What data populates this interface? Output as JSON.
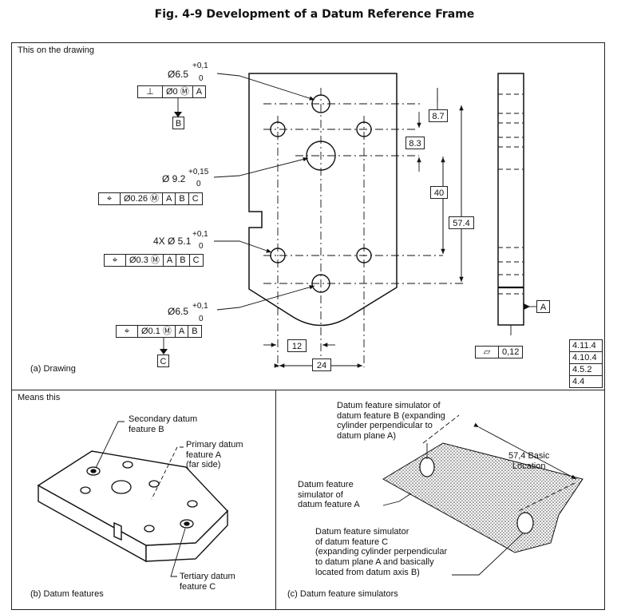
{
  "figure_title": "Fig. 4-9    Development of a Datum Reference Frame",
  "panel_a": {
    "header": "This on the drawing",
    "caption": "(a) Drawing",
    "callouts": {
      "hole_b": {
        "dia": "Ø6.5",
        "tol_plus": "+0,1",
        "tol_minus": "0"
      },
      "fcf_b": [
        "⊥",
        "Ø0 Ⓜ",
        "A"
      ],
      "datum_b": "B",
      "hole_center": {
        "dia": "Ø 9.2",
        "tol_plus": "+0,15",
        "tol_minus": "0"
      },
      "fcf_center": [
        "⌖",
        "Ø0.26 Ⓜ",
        "A",
        "B",
        "C"
      ],
      "holes_4x": {
        "dia": "4X Ø 5.1",
        "tol_plus": "+0,1",
        "tol_minus": "0"
      },
      "fcf_4x": [
        "⌖",
        "Ø0.3 Ⓜ",
        "A",
        "B",
        "C"
      ],
      "hole_c": {
        "dia": "Ø6.5",
        "tol_plus": "+0,1",
        "tol_minus": "0"
      },
      "fcf_c": [
        "⌖",
        "Ø0.1 Ⓜ",
        "A",
        "B"
      ],
      "datum_c": "C"
    },
    "dimensions": {
      "d1": "8.7",
      "d2": "8.3",
      "d3": "40",
      "d4": "57.4",
      "d5": "12",
      "d6": "24"
    },
    "flatness": [
      "⏥",
      "0,12"
    ],
    "datum_a": "A",
    "references": [
      "4.11.4",
      "4.10.4",
      "4.5.2",
      "4.4"
    ]
  },
  "panel_b": {
    "header": "Means this",
    "caption": "(b) Datum features",
    "labels": {
      "secondary": "Secondary datum\nfeature B",
      "primary": "Primary datum\nfeature A\n(far side)",
      "tertiary": "Tertiary datum\nfeature C"
    }
  },
  "panel_c": {
    "caption": "(c) Datum feature simulators",
    "labels": {
      "sim_b": "Datum feature simulator of\ndatum feature B (expanding\ncylinder perpendicular to\ndatum plane A)",
      "basic": "57,4 Basic\nLocation",
      "sim_a": "Datum feature\nsimulator of\ndatum feature A",
      "sim_c": "Datum feature simulator\nof datum feature C\n(expanding cylinder perpendicular\nto datum plane A and basically\nlocated from datum axis B)"
    }
  }
}
